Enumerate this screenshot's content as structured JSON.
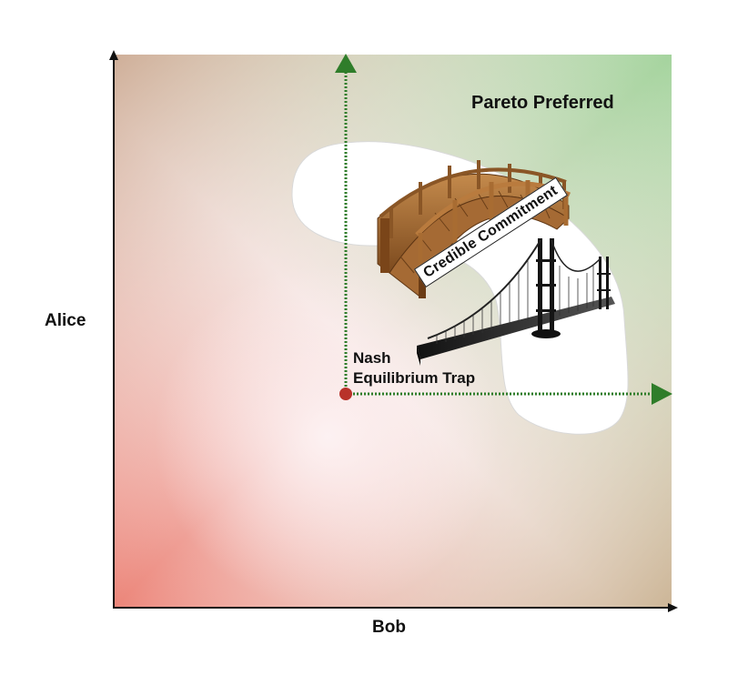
{
  "axes": {
    "y_label": "Alice",
    "x_label": "Bob"
  },
  "labels": {
    "region": "Pareto Preferred",
    "nash_line1": "Nash",
    "nash_line2": "Equilibrium Trap",
    "commitment": "Credible Commitment"
  },
  "illustrations": [
    "wooden-footbridge",
    "suspension-bridge"
  ],
  "colors": {
    "gradient_red": "#e8847a",
    "gradient_green": "#a9d6a2",
    "gradient_tan": "#c8b191",
    "center_glow": "#fbeff0",
    "arrow_green": "#2f7d2a",
    "nash_point": "#b8322a",
    "bridge_wood": "#9b6530",
    "bridge_steel": "#222222"
  }
}
